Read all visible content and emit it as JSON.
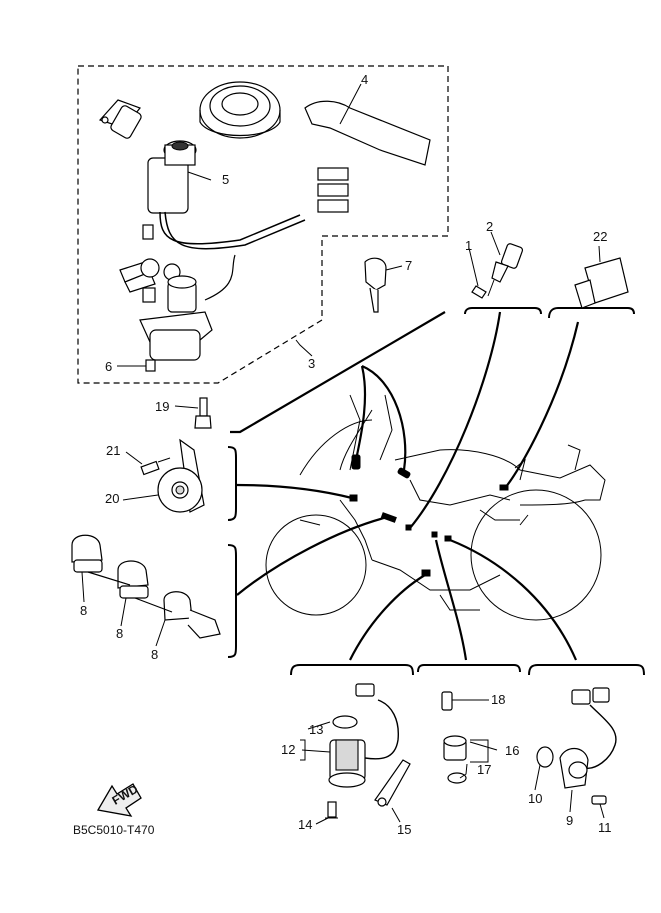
{
  "diagram_code": "B5C5010-T470",
  "fwd_label": "FWD",
  "part_numbers": [
    "1",
    "2",
    "3",
    "4",
    "5",
    "6",
    "7",
    "8",
    "8",
    "8",
    "9",
    "10",
    "11",
    "12",
    "13",
    "14",
    "15",
    "16",
    "17",
    "18",
    "19",
    "20",
    "21",
    "22"
  ]
}
